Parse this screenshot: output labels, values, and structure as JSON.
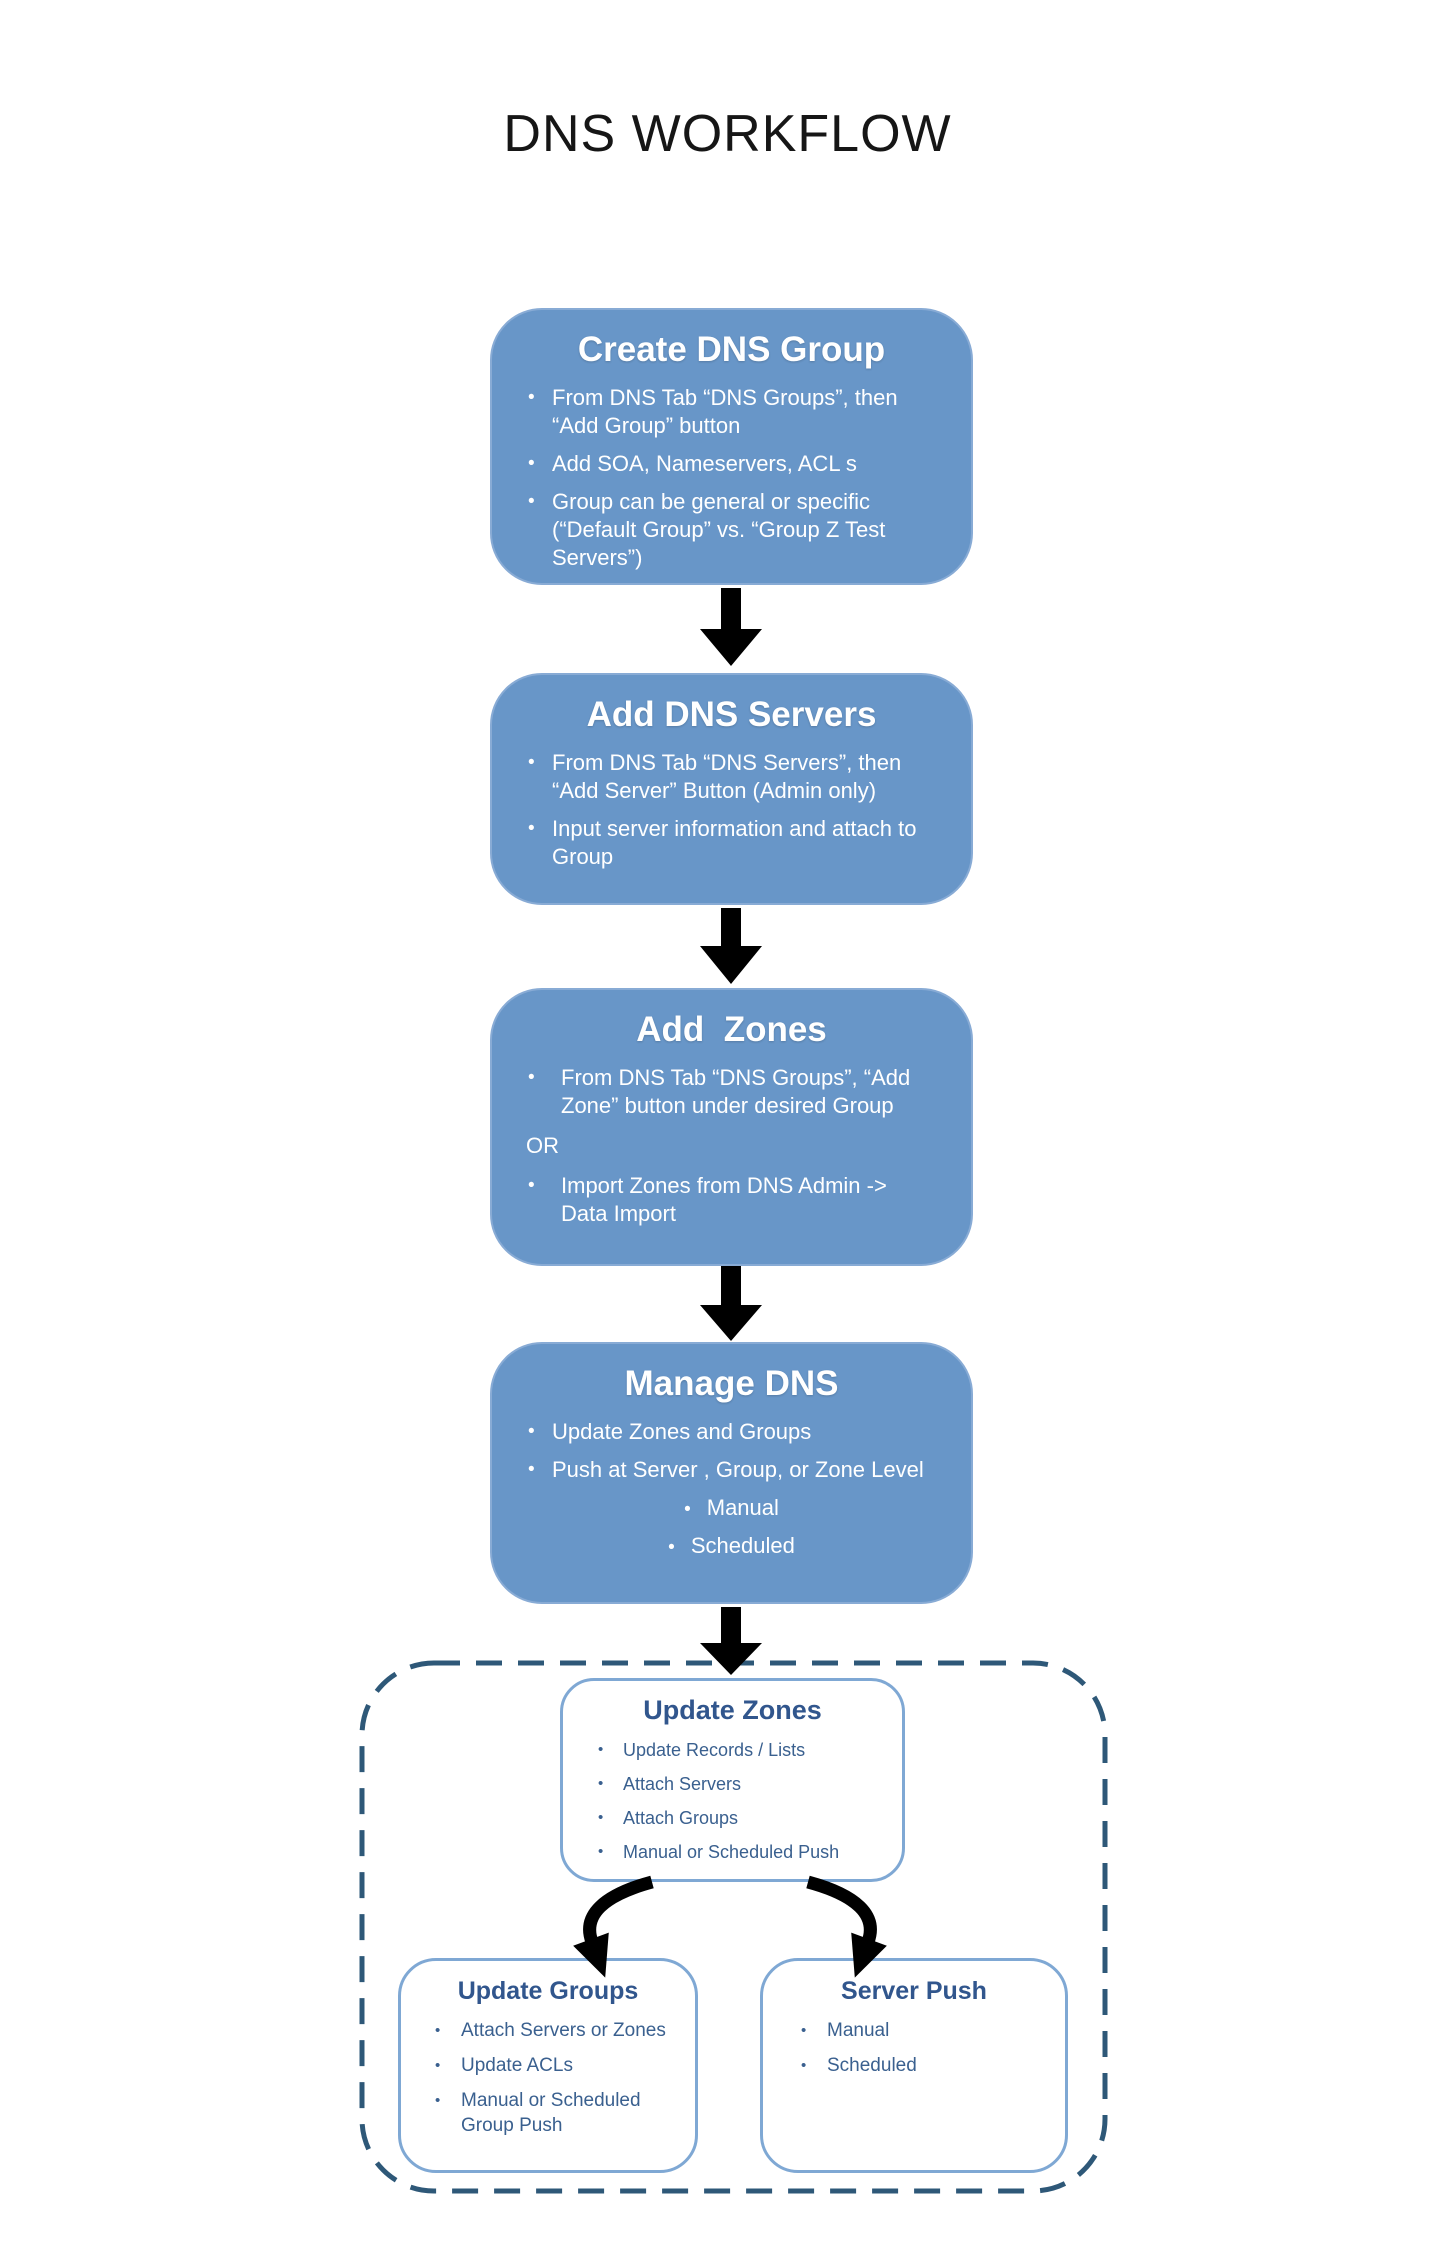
{
  "title": "DNS WORKFLOW",
  "glyphs": {
    "bullet": "•"
  },
  "colors": {
    "box_blue": "#6896C8",
    "box_text": "#FFFFFF",
    "subbox_border": "#7FA8D4",
    "subbox_title": "#31568D",
    "subbox_text": "#3A608F",
    "dashed_border": "#2E5878",
    "arrow": "#000000",
    "title_text": "#161616"
  },
  "flow": {
    "create_group": {
      "title": "Create DNS Group",
      "bullets": [
        "From DNS Tab “DNS Groups”, then “Add Group” button",
        "Add SOA, Nameservers, ACL s",
        "Group can be general or specific (“Default Group” vs. “Group Z Test Servers”)"
      ]
    },
    "add_servers": {
      "title": "Add DNS Servers",
      "bullets": [
        "From DNS Tab “DNS Servers”, then “Add Server” Button (Admin only)",
        "Input server information and attach to Group"
      ]
    },
    "add_zones": {
      "title": "Add  Zones",
      "bullet_top": "From DNS Tab “DNS Groups”, “Add Zone” button under desired Group",
      "or_label": "OR",
      "bullet_bottom": "Import Zones from DNS Admin -> Data Import"
    },
    "manage_dns": {
      "title": "Manage DNS",
      "bullets": [
        "Update Zones and Groups",
        "Push at Server , Group, or Zone Level"
      ],
      "sub_bullets": [
        "Manual",
        "Scheduled"
      ]
    },
    "update_zones": {
      "title": "Update Zones",
      "bullets": [
        "Update Records / Lists",
        "Attach Servers",
        "Attach Groups",
        "Manual or Scheduled Push"
      ]
    },
    "update_groups": {
      "title": "Update Groups",
      "bullets": [
        "Attach Servers or Zones",
        "Update ACLs",
        "Manual or Scheduled Group Push"
      ]
    },
    "server_push": {
      "title": "Server Push",
      "bullets": [
        "Manual",
        "Scheduled"
      ]
    }
  }
}
